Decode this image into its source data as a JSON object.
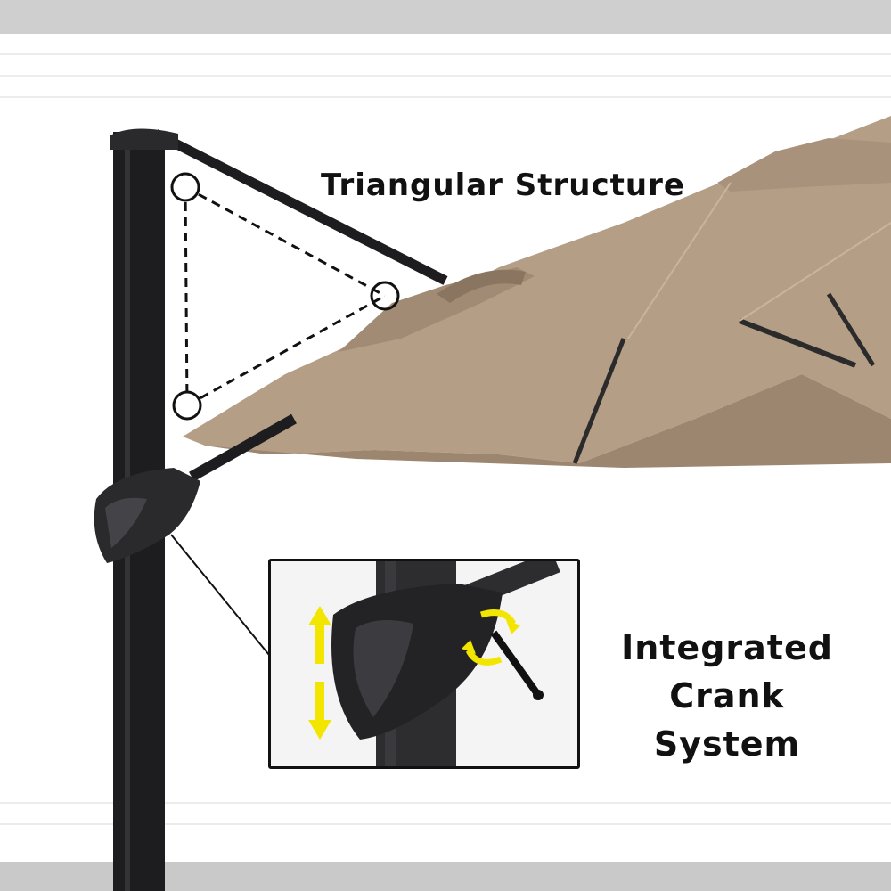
{
  "labels": {
    "triangular": "Triangular Structure",
    "crank_line1": "Integrated",
    "crank_line2": "Crank System"
  },
  "colors": {
    "canopy": "#b49e86",
    "canopy_shadow": "#9c8670",
    "pole": "#1d1d1f",
    "arrow": "#f2e600",
    "background_band": "#cfcfcf"
  },
  "icons": [
    "up-down-arrow-icon",
    "rotate-arrow-icon"
  ]
}
